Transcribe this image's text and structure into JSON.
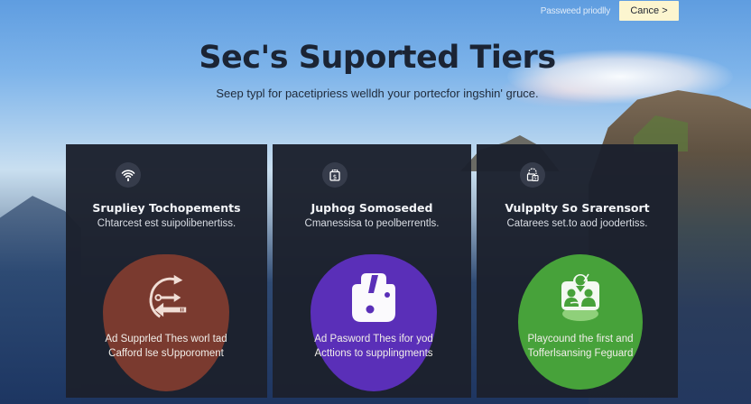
{
  "topbar": {
    "link_label": "Passweed priodlly",
    "cancel_label": "Cance >"
  },
  "header": {
    "title": "Sec's Suported Tiers",
    "subtitle": "Seep typl for pacetipriess welldh your portecfor ingshin' gruce."
  },
  "cards": [
    {
      "icon": "wifi-icon",
      "title": "Srupliey Tochopements",
      "description": "Chtarcest est suipolibenertiss.",
      "blob_color": "#7a3a2f",
      "blob_icon": "redirect-arrows-icon",
      "blob_lines": [
        "Ad Supprled Thes worl tad",
        "Cafford lse sUpporoment"
      ]
    },
    {
      "icon": "dollar-bag-icon",
      "title": "Juphog Somoseded",
      "description": "Cmanessisa to peolberrentls.",
      "blob_color": "#5a2fb8",
      "blob_icon": "password-lock-icon",
      "blob_lines": [
        "Ad Pasword Thes ifor yod",
        "Acttions to supplingments"
      ]
    },
    {
      "icon": "lock-badge-icon",
      "title": "Vulpplty So Srarensort",
      "description": "Catarees set.to aod joodertiss.",
      "blob_color": "#47a23a",
      "blob_icon": "support-team-icon",
      "blob_lines": [
        "Playcound the first and",
        "Tofferlsansing Feguard"
      ]
    }
  ],
  "colors": {
    "card_bg": "#1c212d",
    "cancel_bg": "#fcf5cf",
    "title_text": "#1b2434"
  }
}
